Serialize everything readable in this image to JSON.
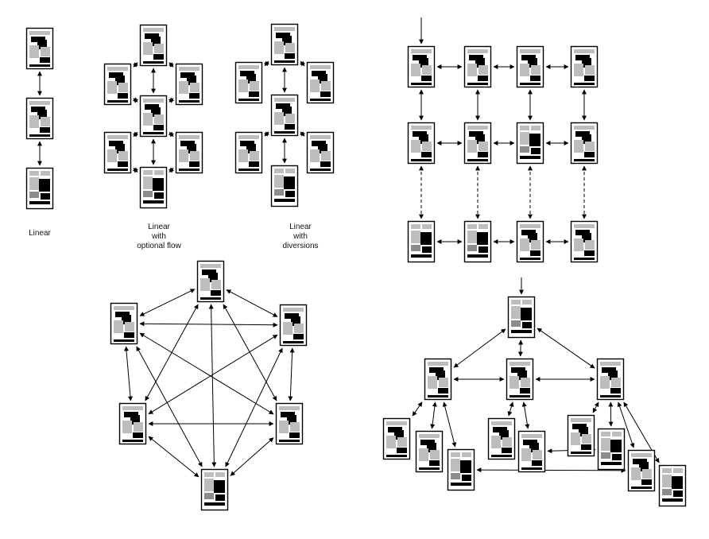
{
  "labels": {
    "linear": "Linear",
    "optional_flow": [
      "Linear",
      "with",
      "optional flow"
    ],
    "diversions": [
      "Linear",
      "with",
      "diversions"
    ]
  },
  "colors": {
    "ink": "#000000",
    "page_bg": "#ffffff",
    "light_block": "#bdbdbd",
    "mid_block": "#8c8c8c"
  }
}
